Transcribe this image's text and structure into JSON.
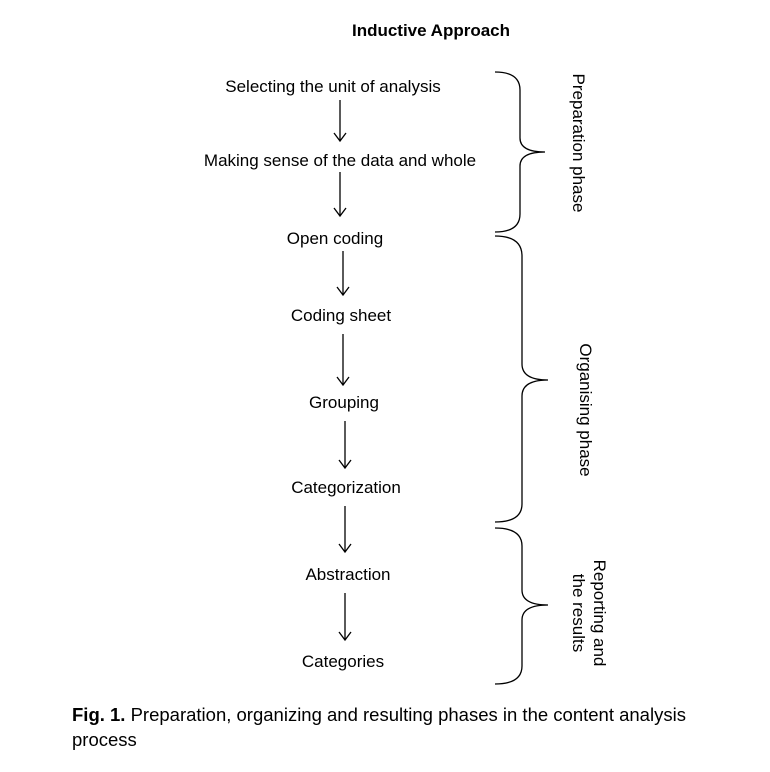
{
  "title": "Inductive Approach",
  "steps": [
    "Selecting the unit of analysis",
    "Making sense of the data and whole",
    "Open coding",
    "Coding sheet",
    "Grouping",
    "Categorization",
    "Abstraction",
    "Categories"
  ],
  "phases": {
    "preparation": "Preparation phase",
    "organising": "Organising phase",
    "reporting_line1": "Reporting and",
    "reporting_line2": "the results"
  },
  "caption": {
    "label": "Fig. 1.",
    "text": " Preparation, organizing and resulting phases in the content analysis process"
  }
}
